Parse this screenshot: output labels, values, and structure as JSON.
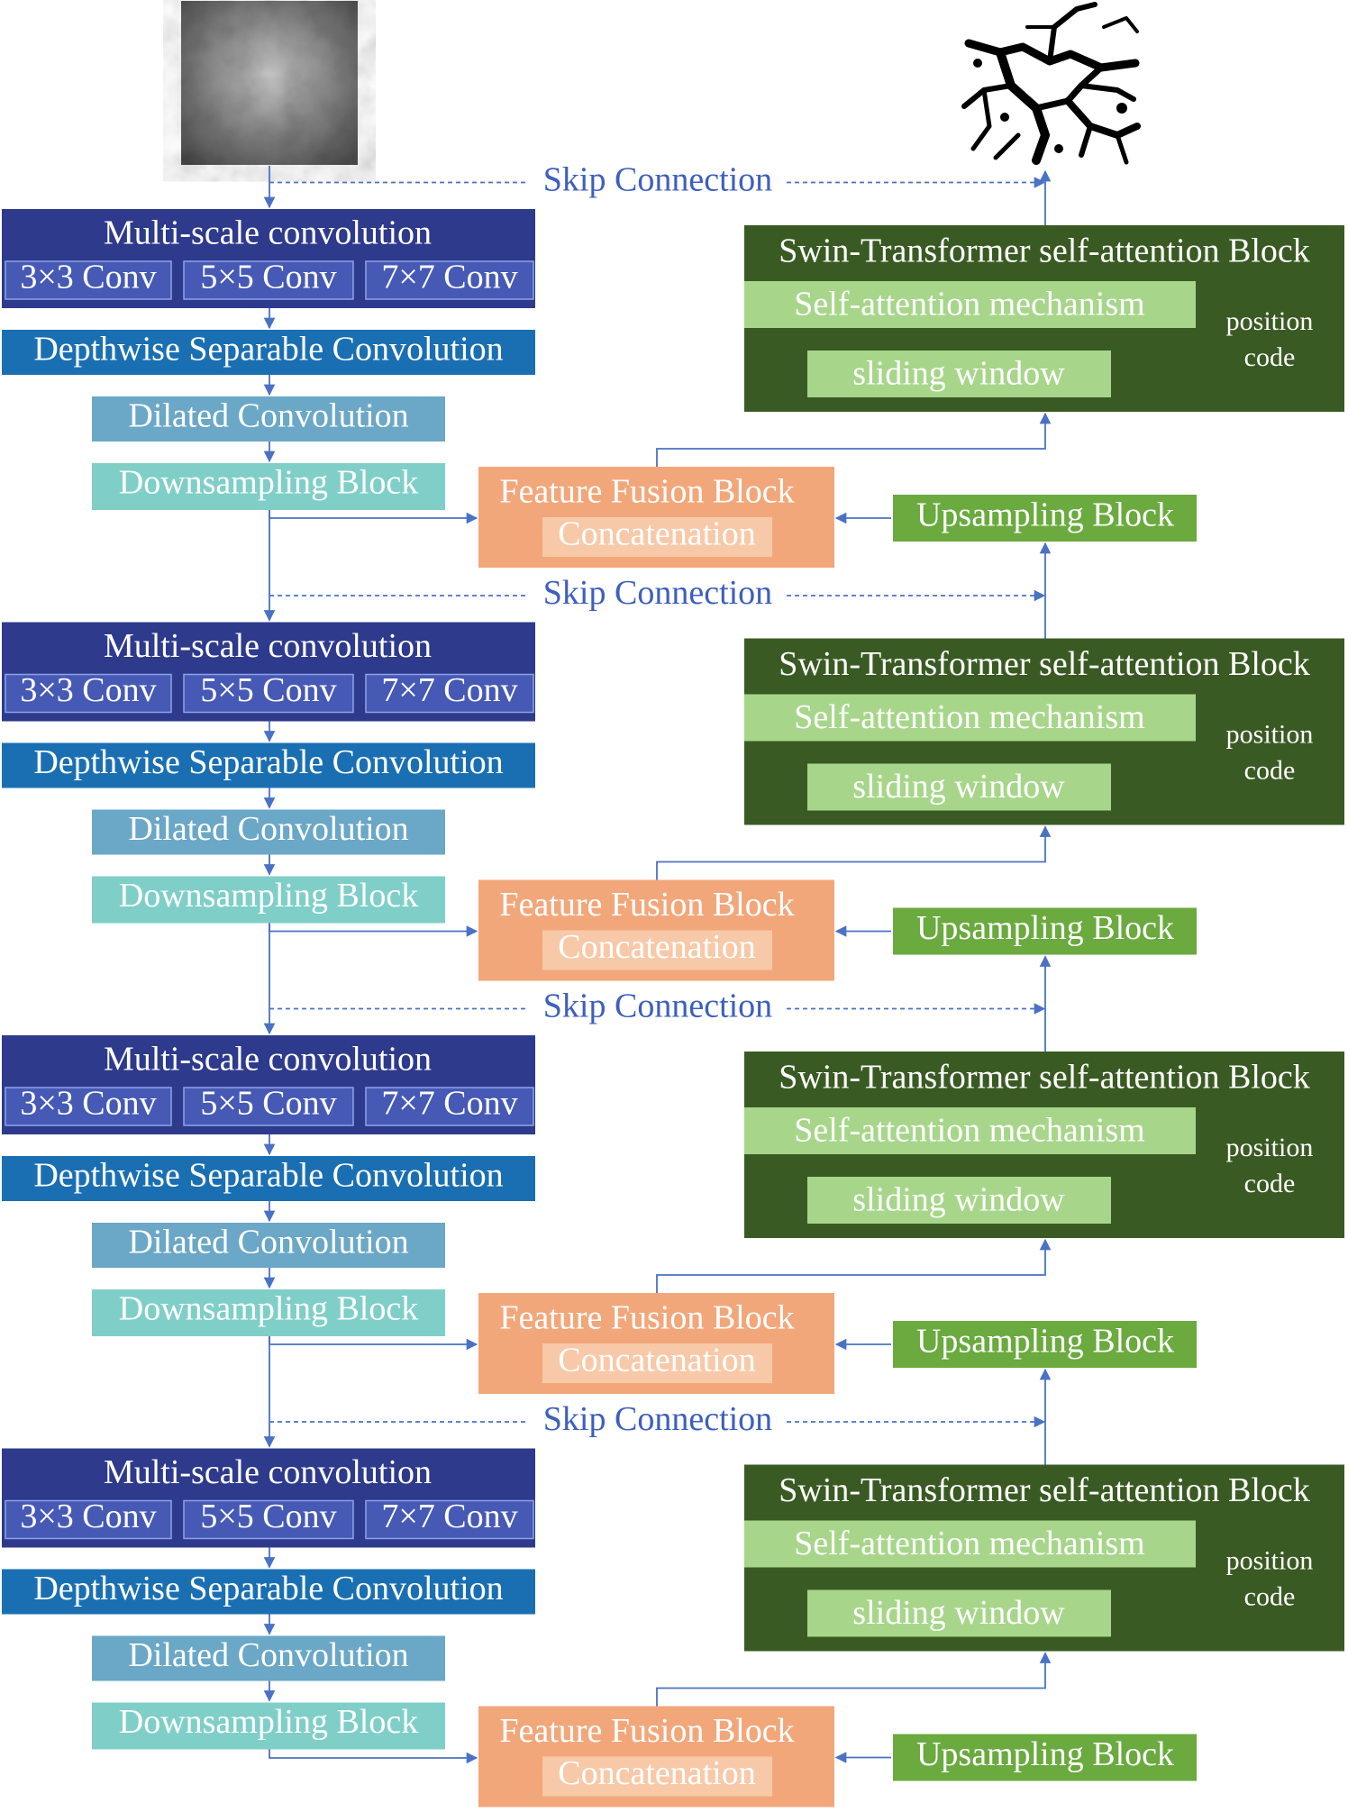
{
  "images": {
    "input": "input-grayscale-tile",
    "output": "segmentation-mask"
  },
  "labels": {
    "skip": "Skip Connection",
    "multiscale": "Multi-scale convolution",
    "conv3": "3×3 Conv",
    "conv5": "5×5 Conv",
    "conv7": "7×7 Conv",
    "depthwise": "Depthwise Separable Convolution",
    "dilated": "Dilated Convolution",
    "downsampling": "Downsampling Block",
    "fusion": "Feature Fusion Block",
    "concat": "Concatenation",
    "upsampling": "Upsampling Block",
    "swin": "Swin-Transformer self-attention Block",
    "selfattn": "Self-attention mechanism",
    "sliding": "sliding window",
    "position1": "position",
    "position2": "code"
  },
  "colors": {
    "multiscale": "#2e3a8c",
    "conv_sub": "#4659b5",
    "depthwise": "#1a6fb2",
    "dilated": "#6ba7c6",
    "downsampling": "#7fcfc8",
    "fusion": "#f2a77b",
    "concat": "#f8c9a8",
    "upsampling": "#6aaa3e",
    "swin": "#3a5a23",
    "swin_sub": "#a7d68a",
    "arrow": "#4a72c4",
    "skip_text": "#3d5fbd"
  }
}
